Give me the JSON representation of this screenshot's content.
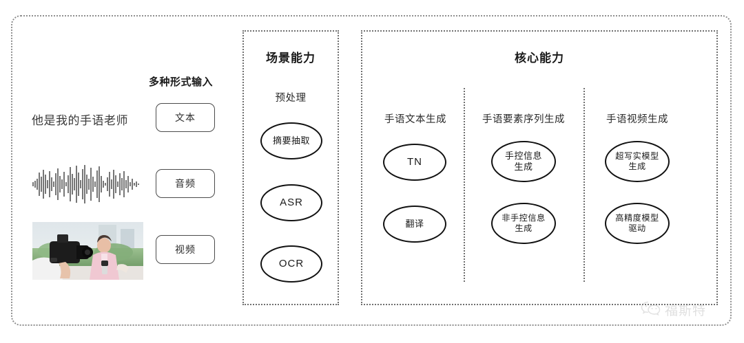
{
  "diagram": {
    "input_section": {
      "heading": "多种形式输入",
      "sample_text": "他是我的手语老师",
      "modalities": [
        {
          "label": "文本",
          "icon": "text-sample"
        },
        {
          "label": "音频",
          "icon": "audio-waveform"
        },
        {
          "label": "视频",
          "icon": "video-thumbnail"
        }
      ]
    },
    "scene_panel": {
      "title": "场景能力",
      "group_label": "预处理",
      "nodes": [
        {
          "label": "摘要抽取",
          "script": "cjk"
        },
        {
          "label": "ASR",
          "script": "latin"
        },
        {
          "label": "OCR",
          "script": "latin"
        }
      ]
    },
    "core_panel": {
      "title": "核心能力",
      "columns": [
        {
          "label": "手语文本生成",
          "nodes": [
            {
              "label": "TN",
              "script": "latin"
            },
            {
              "label": "翻译",
              "script": "cjk"
            }
          ]
        },
        {
          "label": "手语要素序列生成",
          "nodes": [
            {
              "label": "手控信息\n生成",
              "script": "cjk"
            },
            {
              "label": "非手控信息\n生成",
              "script": "cjk"
            }
          ]
        },
        {
          "label": "手语视频生成",
          "nodes": [
            {
              "label": "超写实模型\n生成",
              "script": "cjk"
            },
            {
              "label": "高精度模型\n驱动",
              "script": "cjk"
            }
          ]
        }
      ]
    },
    "watermark": {
      "text": "福斯特",
      "icon": "wechat-logo"
    },
    "colors": {
      "frame": "#8e8e8e",
      "panel_border": "#6f6f6f",
      "node_border": "#111111",
      "text": "#1a1a1a",
      "watermark": "#9a9a9a"
    }
  }
}
